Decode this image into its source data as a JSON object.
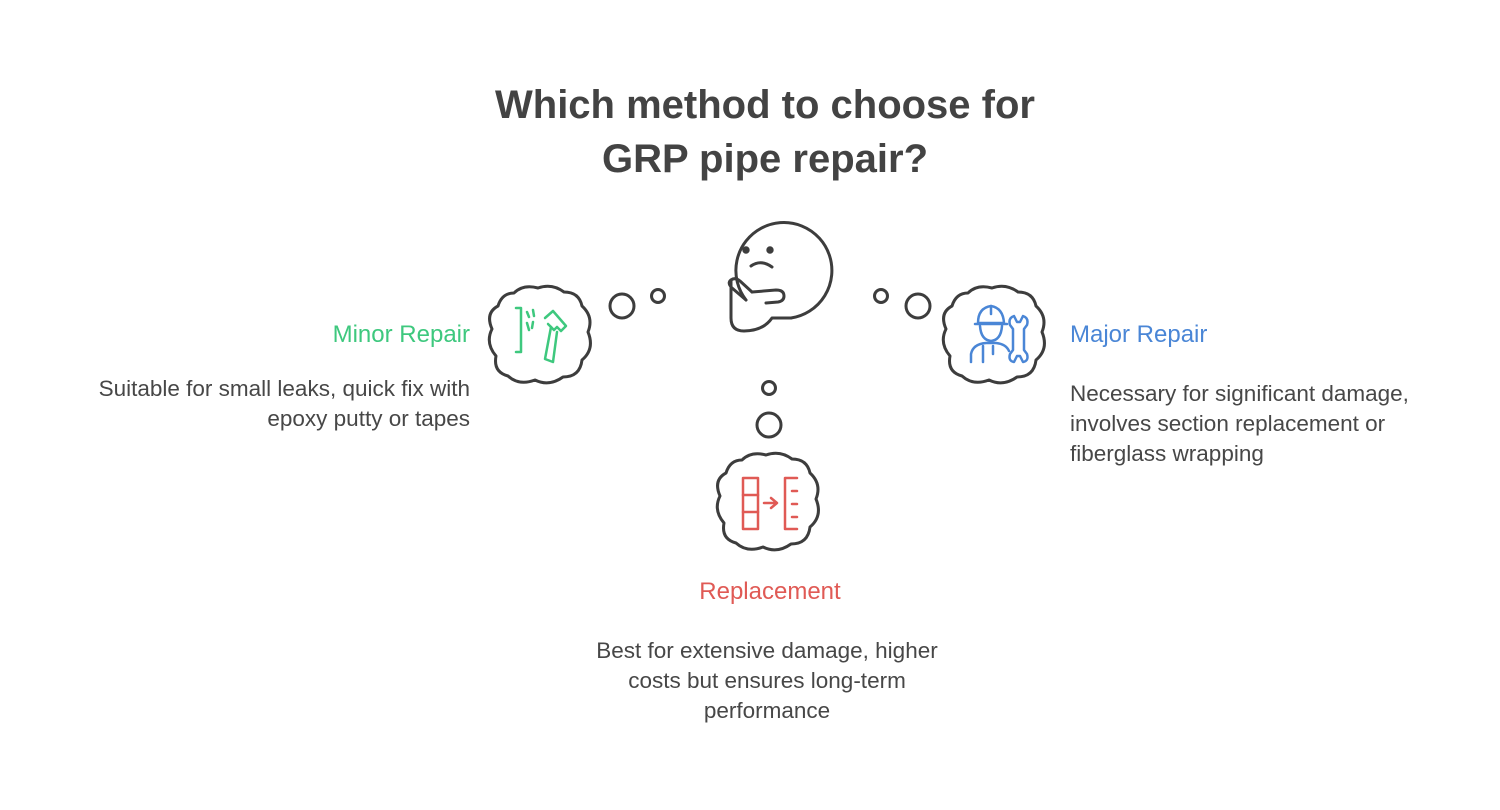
{
  "title_lines": [
    "Which method to choose for",
    "GRP pipe repair?"
  ],
  "colors": {
    "outline": "#3d3d3d",
    "minor": "#3ec87e",
    "major": "#4a86d6",
    "replacement": "#e05a55"
  },
  "options": {
    "minor": {
      "label": "Minor Repair",
      "description": [
        "Suitable for small leaks, quick fix with",
        "epoxy putty or tapes"
      ],
      "icon": "hammer-icon"
    },
    "major": {
      "label": "Major Repair",
      "description": [
        "Necessary for significant damage,",
        "involves section replacement or",
        "fiberglass wrapping"
      ],
      "icon": "worker-wrench-icon"
    },
    "replacement": {
      "label": "Replacement",
      "description": [
        "Best for extensive damage, higher",
        "costs but ensures long-term",
        "performance"
      ],
      "icon": "pipe-section-swap-icon"
    }
  },
  "center_icon": "thinking-face-icon"
}
